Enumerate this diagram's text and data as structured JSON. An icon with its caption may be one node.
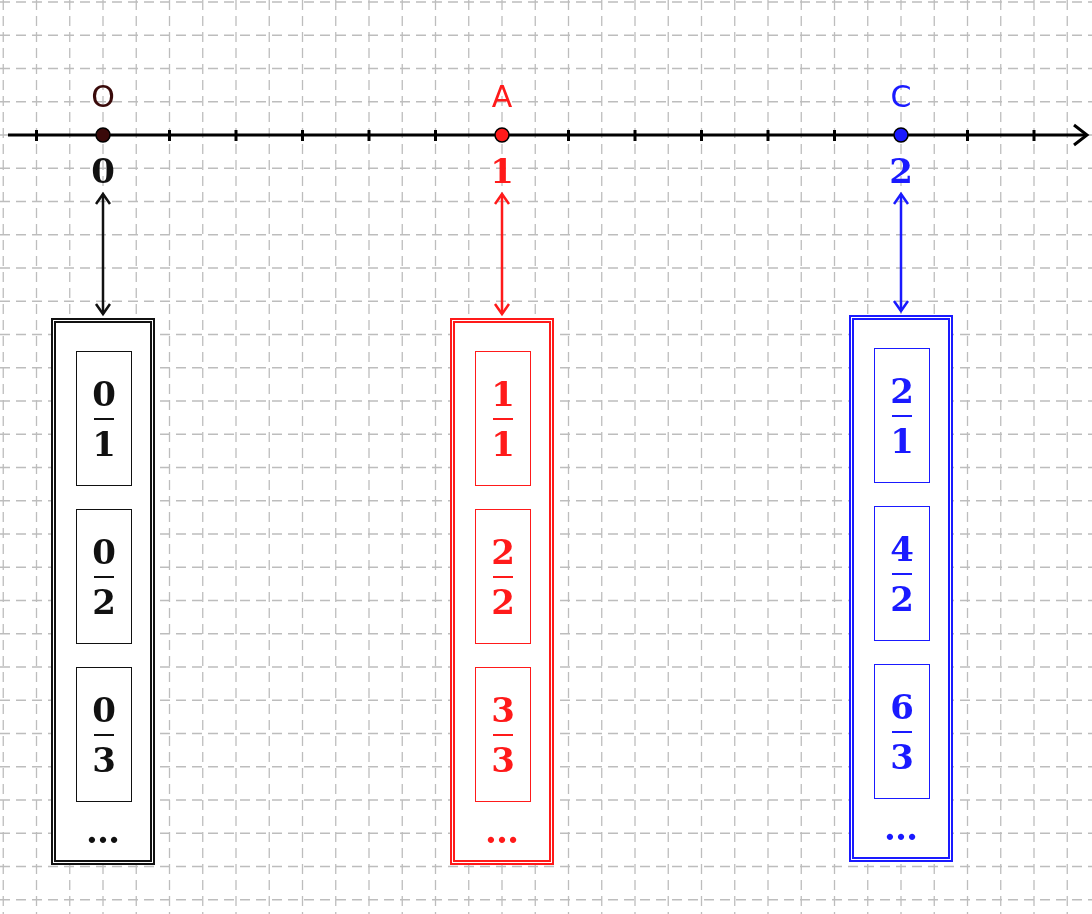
{
  "diagram": {
    "nodes": [
      {
        "text": [
          "0"
        ]
      },
      {
        "text": [
          "…"
        ]
      },
      {
        "text": [
          "0",
          "1"
        ],
        "in": 1
      },
      {
        "text": [
          "0",
          "2"
        ],
        "in": 1
      },
      {
        "text": [
          "0",
          "3"
        ],
        "in": 1
      },
      {
        "text": [
          "1"
        ]
      },
      {
        "text": [
          "…"
        ]
      },
      {
        "text": [
          "1",
          "1"
        ],
        "in": 6
      },
      {
        "text": [
          "2",
          "2"
        ],
        "in": 6
      },
      {
        "text": [
          "3",
          "3"
        ],
        "in": 6
      },
      {
        "text": [
          "2"
        ]
      },
      {
        "text": [
          "…"
        ]
      },
      {
        "text": [
          "2",
          "1"
        ],
        "in": 11
      },
      {
        "text": [
          "4",
          "2"
        ],
        "in": 11
      },
      {
        "text": [
          "6",
          "3"
        ],
        "in": 11
      }
    ],
    "edges": [
      {
        "from": 0,
        "to": 1,
        "arrow": "both",
        "color": "#111111"
      },
      {
        "from": 5,
        "to": 6,
        "arrow": "both",
        "color": "#ff1a1a"
      },
      {
        "from": 10,
        "to": 11,
        "arrow": "both",
        "color": "#1a1aff"
      }
    ],
    "labels": [
      "O",
      "A",
      "C"
    ]
  }
}
